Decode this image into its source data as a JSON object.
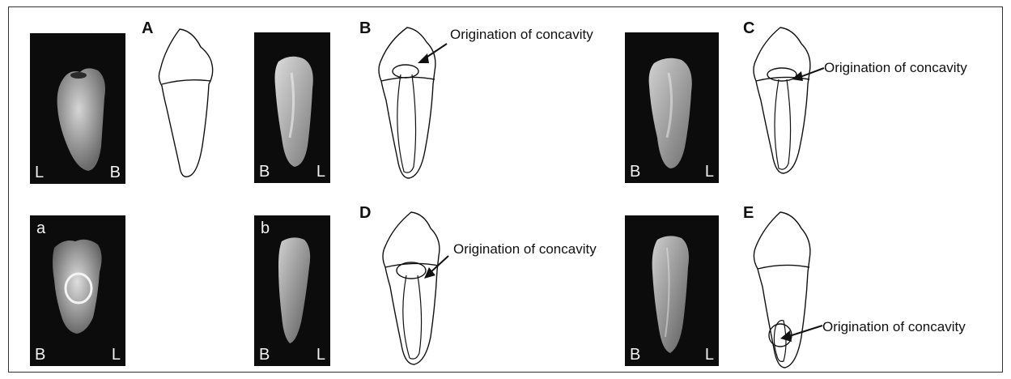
{
  "figure": {
    "panels": [
      {
        "letter": "A"
      },
      {
        "letter": "B",
        "annotation": "Origination of concavity"
      },
      {
        "letter": "C",
        "annotation": "Origination of concavity"
      },
      {
        "letter": "D",
        "annotation": "Origination of concavity"
      },
      {
        "letter": "E",
        "annotation": "Origination of concavity"
      }
    ],
    "photos": [
      {
        "left_label": "L",
        "right_label": "B"
      },
      {
        "left_label": "B",
        "right_label": "L"
      },
      {
        "left_label": "B",
        "right_label": "L"
      },
      {
        "left_label": "B",
        "right_label": "L",
        "top_label": "a"
      },
      {
        "left_label": "B",
        "right_label": "L",
        "top_label": "b"
      },
      {
        "left_label": "B",
        "right_label": "L"
      }
    ]
  },
  "colors": {
    "photo_background": "#0c0c0c",
    "tooth_gray": "#b8b8b8",
    "line": "#111111"
  }
}
